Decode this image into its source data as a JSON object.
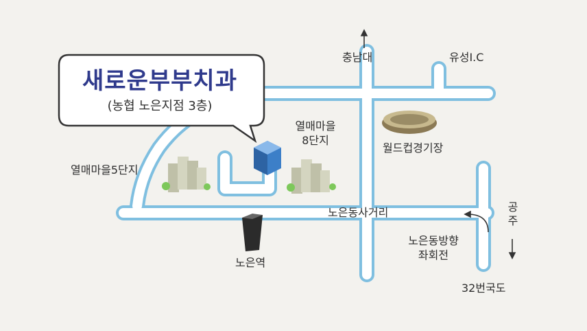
{
  "clinic": {
    "name": "새로운부부치과",
    "location": "(농협 노은지점 3층)"
  },
  "labels": {
    "north": "충남대",
    "yuseong_ic": "유성I.C",
    "yeolmae8_line1": "열매마을",
    "yeolmae8_line2": "8단지",
    "stadium": "월드컵경기장",
    "yeolmae5": "열매마을5단지",
    "intersection": "노은동사거리",
    "station": "노은역",
    "office_line1": "노은동방향",
    "office_line2": "좌회전",
    "route32": "32번국도",
    "gongju": "공주"
  },
  "icons": [
    "up-arrow-icon",
    "down-arrow-icon",
    "curved-arrow-icon",
    "building-icon",
    "apartment-icon",
    "stadium-icon",
    "tower-icon"
  ],
  "colors": {
    "road_outline": "#7fbfe0",
    "road_fill": "#ffffff",
    "title": "#2f3a8c"
  }
}
